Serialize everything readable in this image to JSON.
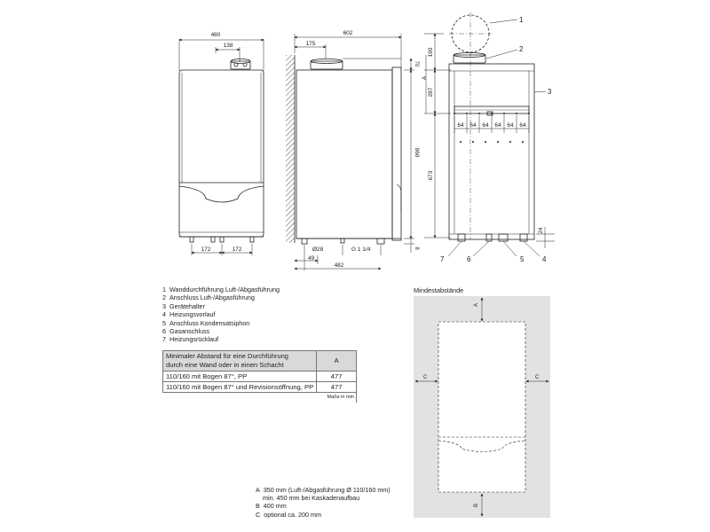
{
  "front_view": {
    "dims": {
      "width": "480",
      "offset_top": "138",
      "left_connection": "172",
      "right_connection": "172"
    }
  },
  "side_view": {
    "dims": {
      "top_width": "602",
      "flue_offset": "175",
      "top_height": "70",
      "height": "960",
      "bottom_height": "8",
      "diameter": "Ø28",
      "spacing_49": "49",
      "gas_thread": "G 1 1/4",
      "depth": "482"
    }
  },
  "back_view": {
    "dims": {
      "pipe_height": "190",
      "height_a": "A",
      "height_287": "287",
      "height_673": "673",
      "spacing": [
        "64",
        "64",
        "64",
        "64",
        "64",
        "64"
      ],
      "height_24": "24"
    },
    "callouts": [
      "1",
      "2",
      "3",
      "4",
      "5",
      "6",
      "7"
    ]
  },
  "legend": [
    {
      "num": "1",
      "text": "Wanddurchführung Luft-/Abgasführung"
    },
    {
      "num": "2",
      "text": "Anschluss Luft-/Abgasführung"
    },
    {
      "num": "3",
      "text": "Gerätehalter"
    },
    {
      "num": "4",
      "text": "Heizungsvorlauf"
    },
    {
      "num": "5",
      "text": "Anschluss Kondensatsiphon"
    },
    {
      "num": "6",
      "text": "Gasanschluss"
    },
    {
      "num": "7",
      "text": "Heizungsrücklauf"
    }
  ],
  "table": {
    "header_line1": "Minimaler Abstand für eine Durchführung",
    "header_line2": "durch eine Wand oder in einen Schacht",
    "header_a": "A",
    "rows": [
      {
        "label": "110/160 mit Bogen 87°, PP",
        "value": "477"
      },
      {
        "label": "110/160 mit Bogen 87° und Revisionsöffnung, PP",
        "value": "477"
      }
    ],
    "unit": "Maße in mm"
  },
  "clearances": {
    "heading": "Mindestabstände",
    "labels": {
      "top": "A",
      "left": "C",
      "right": "C",
      "bottom": "B"
    }
  },
  "notes": [
    {
      "key": "A",
      "lines": [
        "350 mm (Luft-/Abgasführung Ø 110/160 mm)",
        "min. 450 mm bei Kaskadenaufbau"
      ]
    },
    {
      "key": "B",
      "lines": [
        "400 mm"
      ]
    },
    {
      "key": "C",
      "lines": [
        "optional ca. 200 mm"
      ]
    }
  ],
  "colors": {
    "line": "#222222",
    "clearance_fill": "#e2e2e2",
    "table_header": "#d9d9d9"
  }
}
